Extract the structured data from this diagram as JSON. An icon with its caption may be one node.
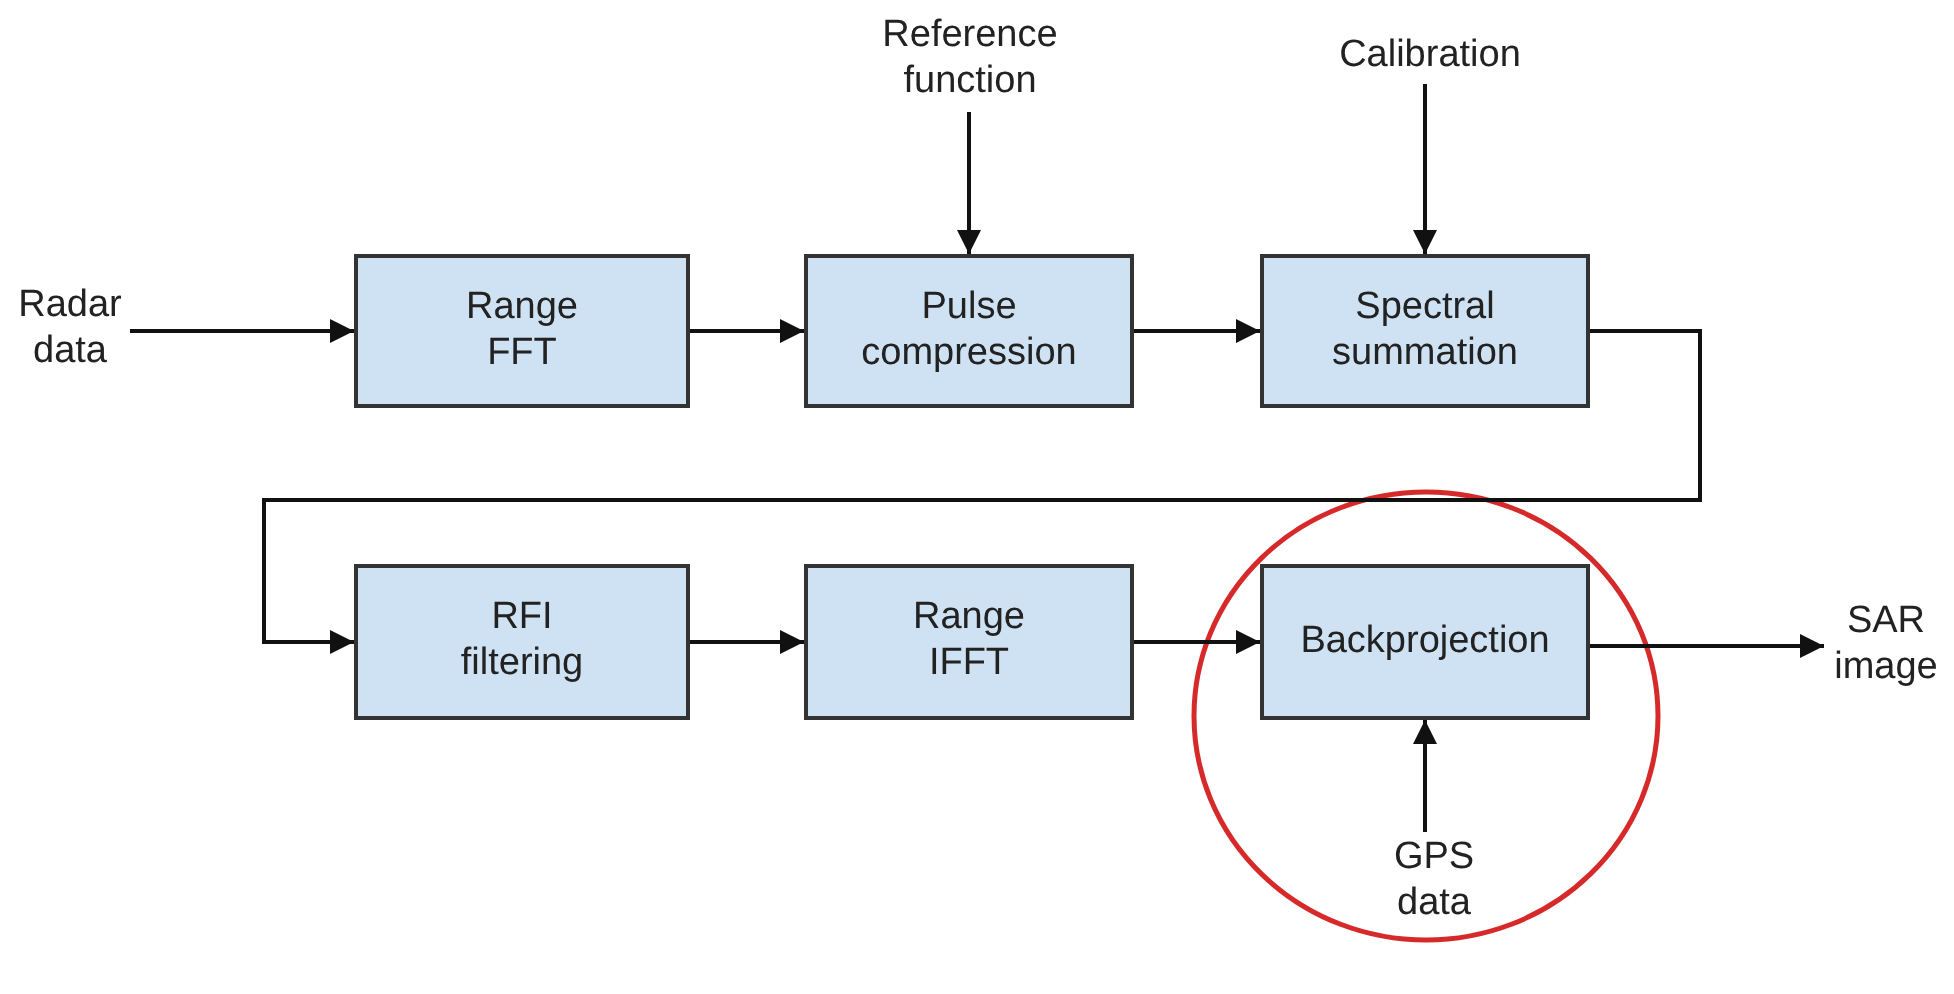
{
  "diagram": {
    "nodes": [
      {
        "text": [
          "Radar data"
        ]
      },
      {
        "text": [
          "Range FFT"
        ]
      },
      {
        "text": [
          "Pulse compression"
        ]
      },
      {
        "text": [
          "Spectral summation"
        ]
      },
      {
        "text": [
          "Reference function"
        ]
      },
      {
        "text": [
          "Calibration"
        ]
      },
      {
        "text": [
          "RFI filtering"
        ]
      },
      {
        "text": [
          "Range IFFT"
        ]
      },
      {
        "text": [
          "Backprojection"
        ]
      },
      {
        "text": [
          "SAR image"
        ]
      },
      {
        "text": [
          "GPS data"
        ]
      }
    ],
    "edges": [
      {
        "from": 0,
        "to": 1,
        "arrow": "to"
      },
      {
        "from": 1,
        "to": 2,
        "arrow": "to"
      },
      {
        "from": 2,
        "to": 3,
        "arrow": "to"
      },
      {
        "from": 4,
        "to": 2,
        "arrow": "to"
      },
      {
        "from": 5,
        "to": 3,
        "arrow": "to"
      },
      {
        "from": 3,
        "to": 6,
        "arrow": "to"
      },
      {
        "from": 6,
        "to": 7,
        "arrow": "to"
      },
      {
        "from": 7,
        "to": 8,
        "arrow": "to"
      },
      {
        "from": 8,
        "to": 9,
        "arrow": "to"
      },
      {
        "from": 10,
        "to": 8,
        "arrow": "to"
      }
    ]
  }
}
